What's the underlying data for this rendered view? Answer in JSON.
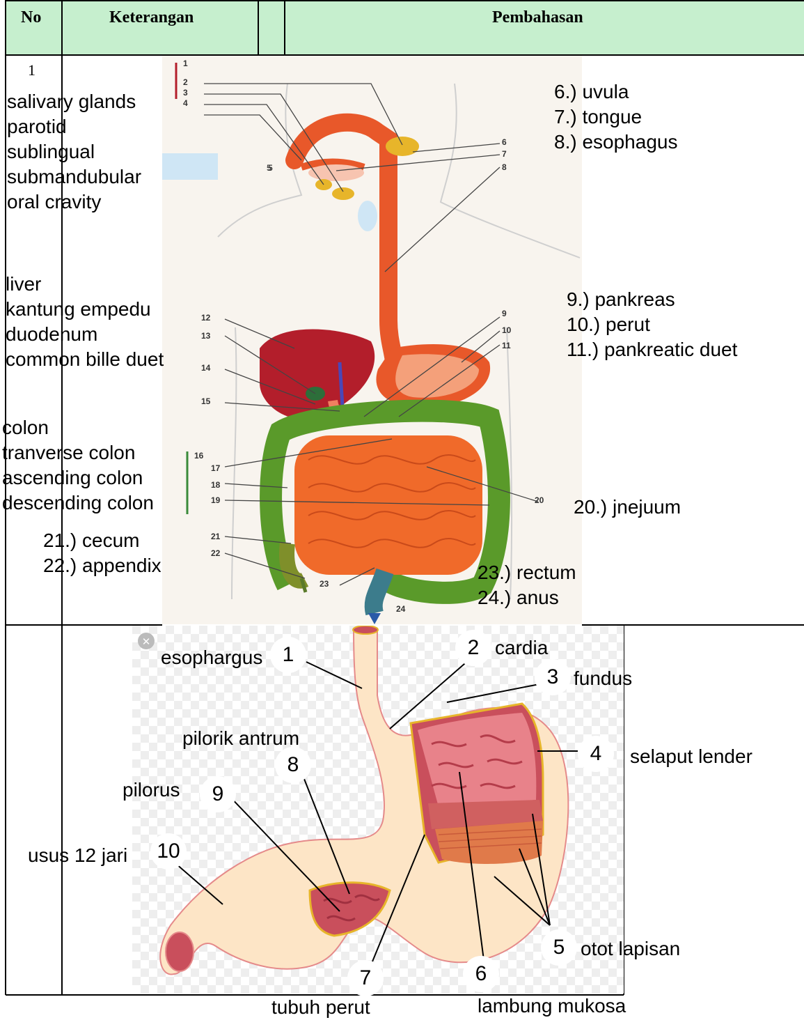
{
  "table": {
    "headers": {
      "no": "No",
      "keterangan": "Keterangan",
      "pembahasan": "Pembahasan"
    },
    "row1_no": "1"
  },
  "digestive": {
    "left_groups": [
      [
        "salivary glands",
        "parotid",
        "sublingual",
        "submandubular",
        "oral cravity"
      ],
      [
        "liver",
        "kantung empedu",
        "duodenum",
        "common bille duet"
      ],
      [
        "colon",
        "tranverse colon",
        "ascending colon",
        "descending colon"
      ],
      [
        "21.) cecum",
        "22.) appendix"
      ]
    ],
    "right_groups": [
      [
        "6.) uvula",
        "7.) tongue",
        "8.) esophagus"
      ],
      [
        "9.) pankreas",
        "10.) perut",
        "11.) pankreatic duet"
      ],
      [
        "20.) jnejuum"
      ],
      [
        "23.) rectum",
        "24.) anus"
      ]
    ],
    "diagram_numbers": [
      "1",
      "2",
      "3",
      "4",
      "5",
      "6",
      "7",
      "8",
      "9",
      "10",
      "11",
      "12",
      "13",
      "14",
      "15",
      "16",
      "17",
      "18",
      "19",
      "20",
      "21",
      "22",
      "23",
      "24"
    ]
  },
  "stomach": {
    "labels": {
      "esophargus": "esophargus",
      "cardia": "cardia",
      "fundus": "fundus",
      "selaput_lender": "selaput lender",
      "pilorik_antrum": "pilorik antrum",
      "pilorus": "pilorus",
      "usus_12_jari": "usus 12 jari",
      "otot_lapisan": "otot lapisan",
      "tubuh_perut": "tubuh perut",
      "lambung_mukosa": "lambung mukosa"
    },
    "numbers": [
      "1",
      "2",
      "3",
      "4",
      "5",
      "6",
      "7",
      "8",
      "9",
      "10"
    ],
    "close_glyph": "✕"
  },
  "colors": {
    "header_bg": "#c6efce",
    "esophagus": "#e8582a",
    "liver": "#b31e2b",
    "colon": "#5a9a2a",
    "stomach_tissue": "#c94f5c"
  }
}
